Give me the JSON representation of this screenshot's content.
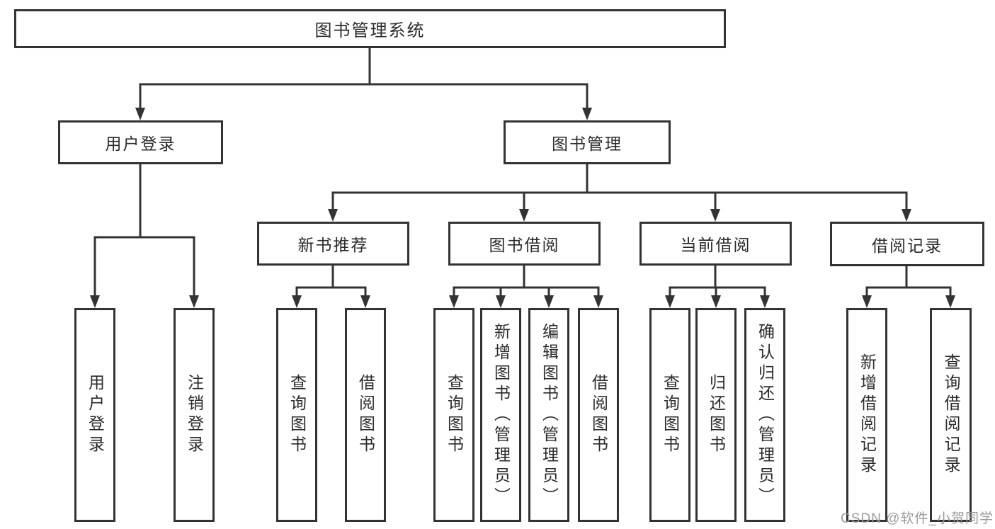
{
  "tree": {
    "root": {
      "label": "图书管理系统"
    },
    "children": [
      {
        "label": "用户登录",
        "children": [
          {
            "label": "用户登录"
          },
          {
            "label": "注销登录"
          }
        ]
      },
      {
        "label": "图书管理",
        "children": [
          {
            "label": "新书推荐",
            "children": [
              {
                "label": "查询图书"
              },
              {
                "label": "借阅图书"
              }
            ]
          },
          {
            "label": "图书借阅",
            "children": [
              {
                "label": "查询图书"
              },
              {
                "label": "新增图书（管理员）"
              },
              {
                "label": "编辑图书（管理员）"
              },
              {
                "label": "借阅图书"
              }
            ]
          },
          {
            "label": "当前借阅",
            "children": [
              {
                "label": "查询图书"
              },
              {
                "label": "归还图书"
              },
              {
                "label": "确认归还（管理员）"
              }
            ]
          },
          {
            "label": "借阅记录",
            "children": [
              {
                "label": "新增借阅记录"
              },
              {
                "label": "查询借阅记录"
              }
            ]
          }
        ]
      }
    ]
  },
  "watermark": {
    "text": "CSDN @软件_小贺同学"
  },
  "colors": {
    "line": "#333333",
    "box_border": "#333333",
    "text": "#2b2b2b",
    "watermark": "#9b9b9b",
    "background": "#ffffff"
  }
}
